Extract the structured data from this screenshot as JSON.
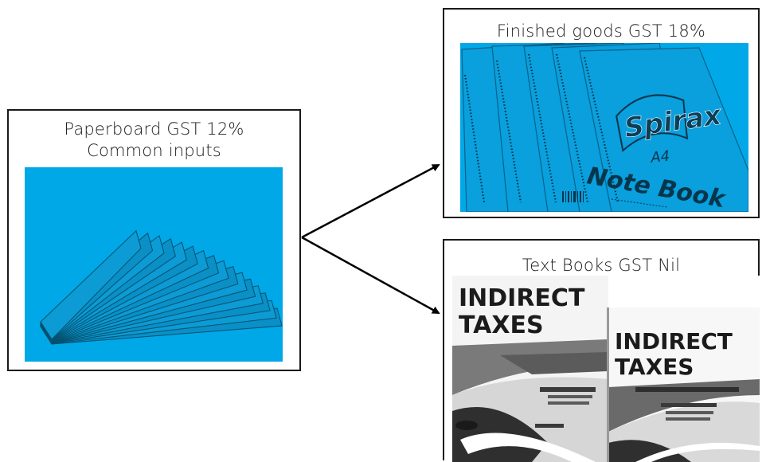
{
  "left_box": {
    "caption_line1": "Paperboard GST 12%",
    "caption_line2": "Common inputs"
  },
  "top_right_box": {
    "caption": "Finished goods GST 18%",
    "notebook_brand": "Spirax",
    "notebook_size": "A4",
    "notebook_title": "Note Book"
  },
  "bottom_right_box": {
    "caption": "Text Books GST Nil",
    "book1_title_line1": "INDIRECT",
    "book1_title_line2": "TAXES",
    "book2_title_line1": "INDIRECT",
    "book2_title_line2": "TAXES"
  },
  "colors": {
    "photo_tint": "#00a8e8",
    "border": "#1a1a1a",
    "arrow": "#000000"
  }
}
